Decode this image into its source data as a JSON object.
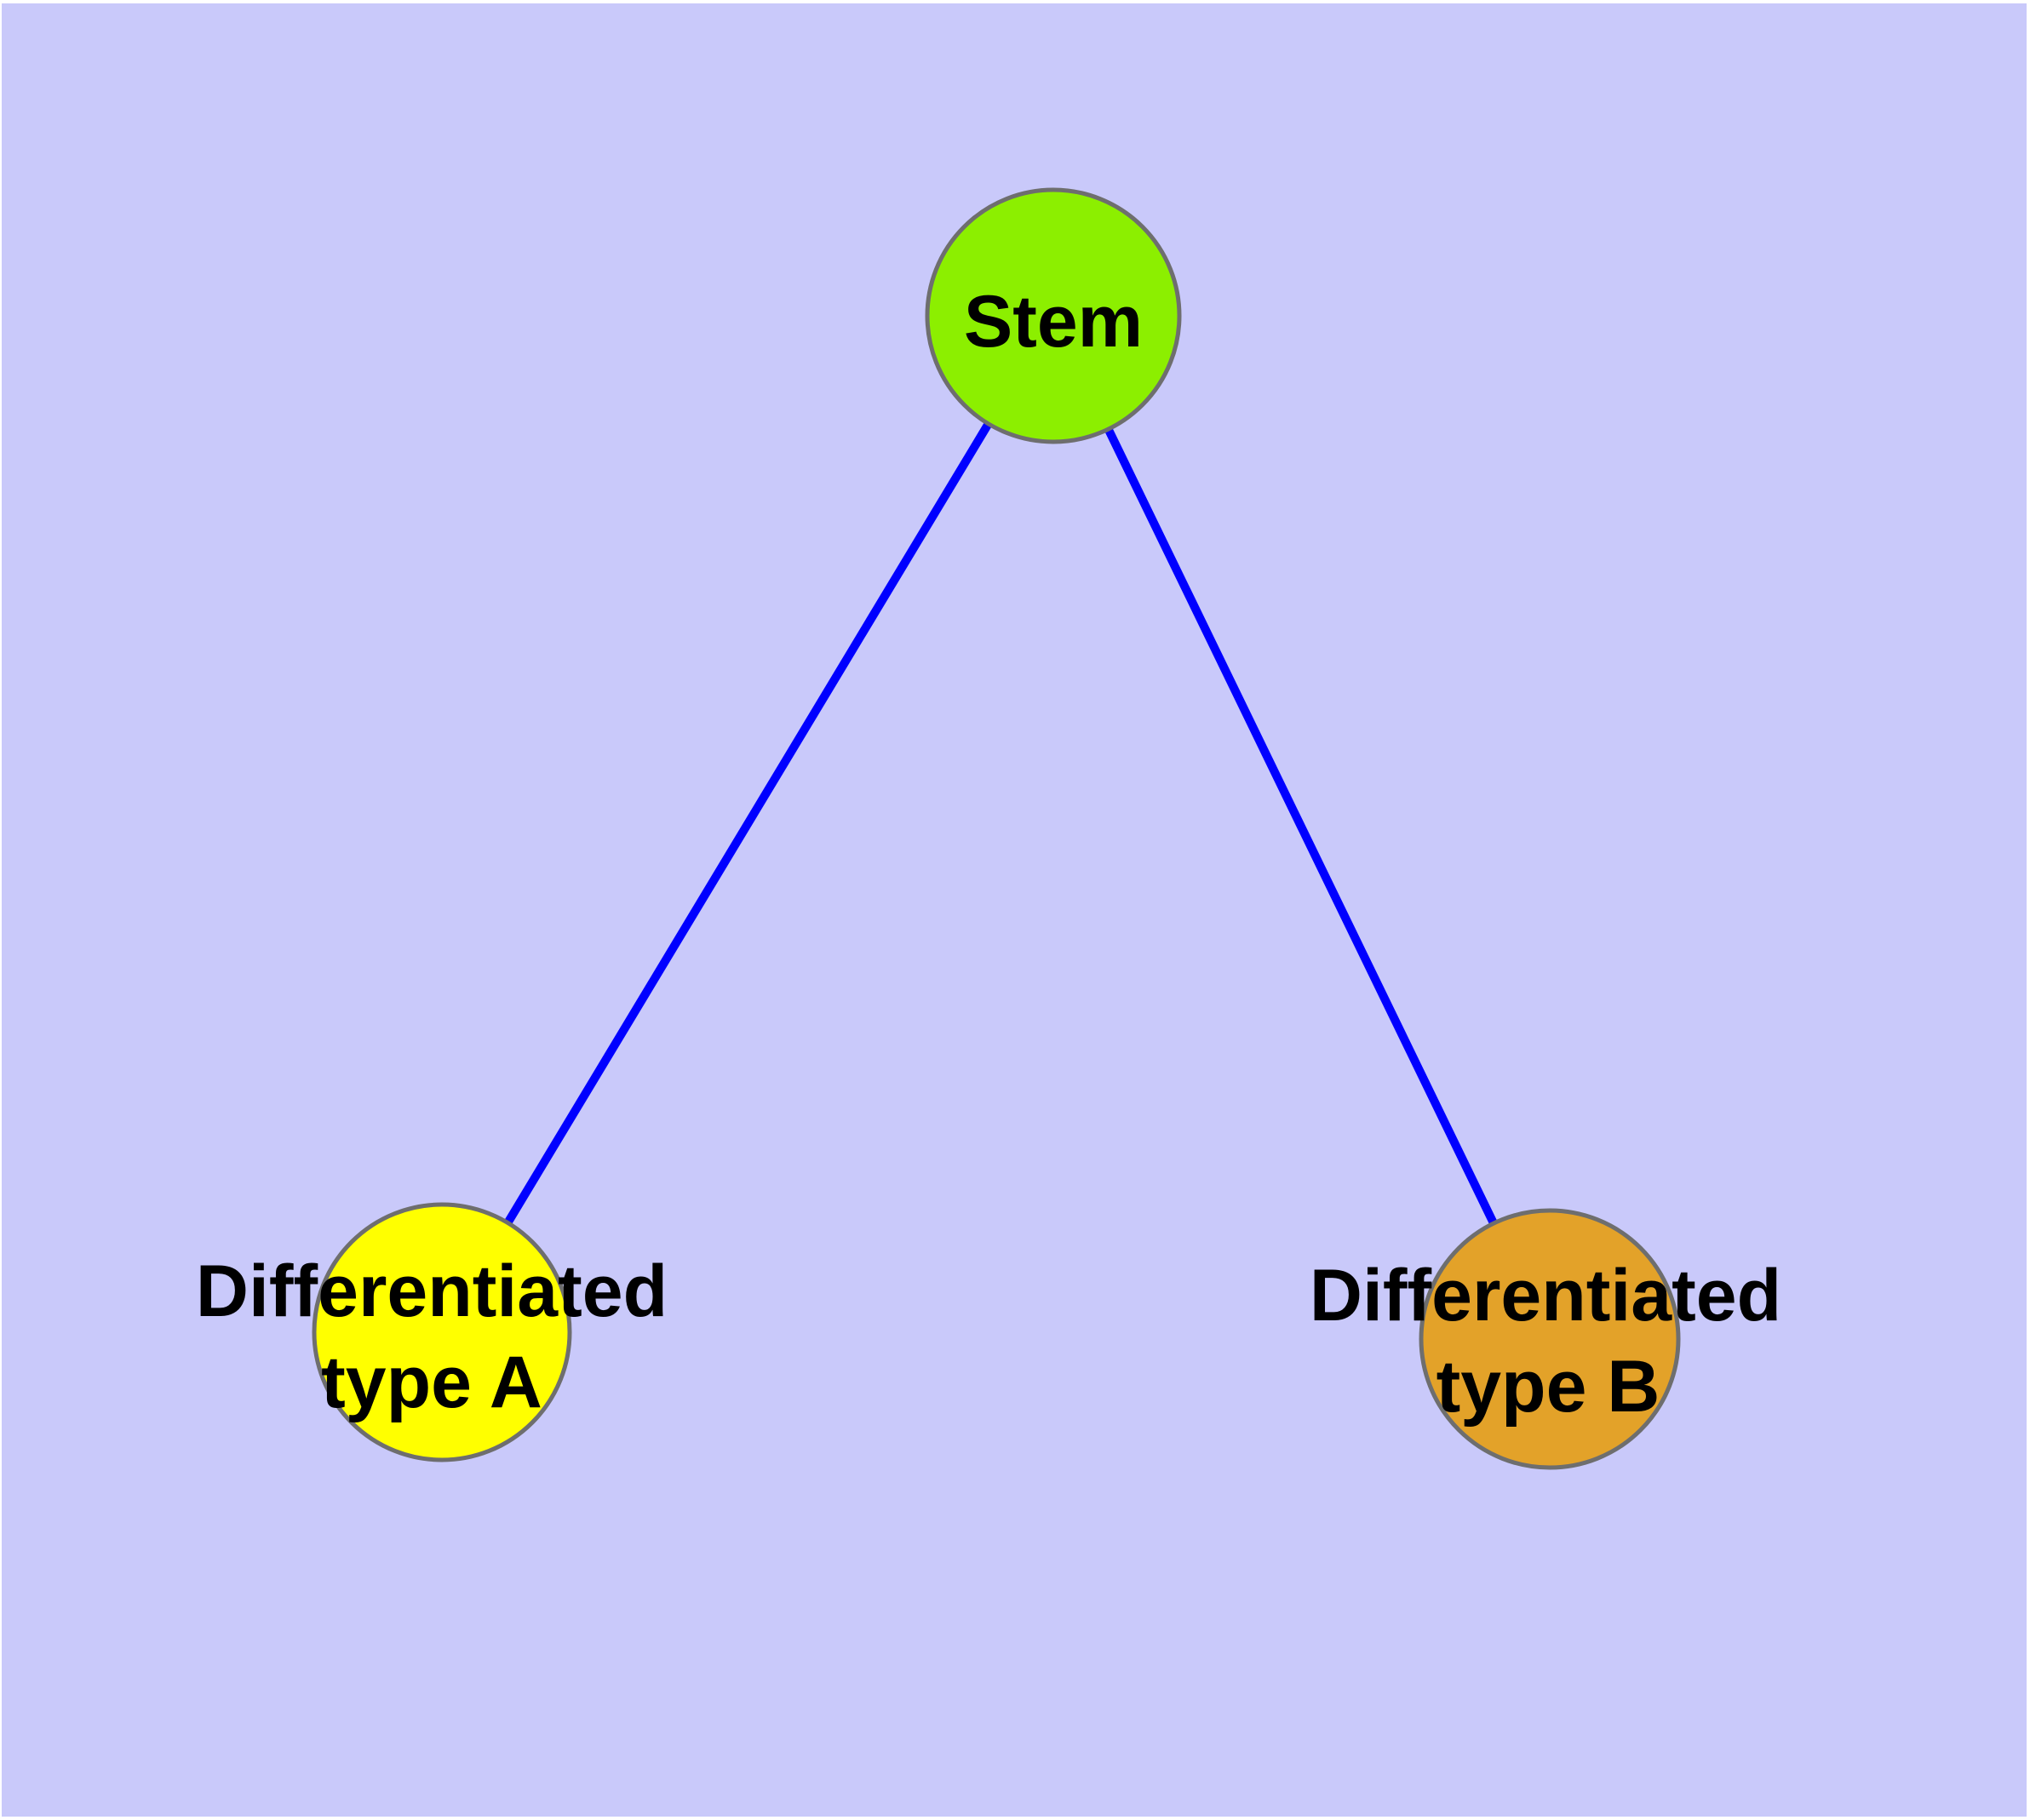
{
  "canvas": {
    "background_color": "#C9C9FA",
    "frame_color": "#FFFFFF",
    "text_color": "#000000"
  },
  "edges": {
    "color": "#0000FF",
    "items": [
      {
        "from": "stem",
        "to": "type_a"
      },
      {
        "from": "stem",
        "to": "type_b"
      }
    ]
  },
  "nodes": {
    "stem": {
      "label": "Stem",
      "fill": "#8CEF00",
      "border": "#6E6E6E"
    },
    "type_a": {
      "label_line1": "Differentiated",
      "label_line2": "type A",
      "fill": "#FFFF00",
      "border": "#6E6E6E"
    },
    "type_b": {
      "label_line1": "Differentiated",
      "label_line2": "type B",
      "fill": "#E3A229",
      "border": "#6E6E6E"
    }
  }
}
